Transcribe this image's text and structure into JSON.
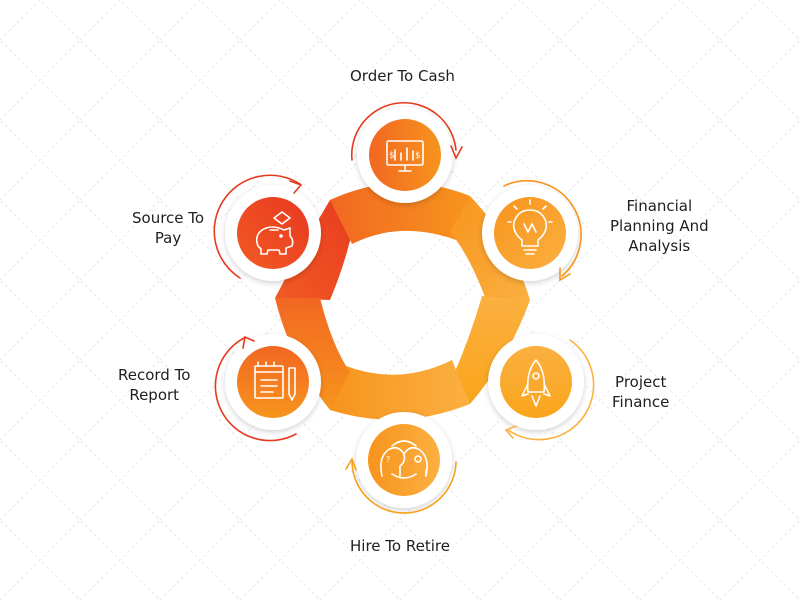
{
  "colors": {
    "top": "#f7921e",
    "upper_right": "#f9a51b",
    "right": "#fbb02a",
    "bottom": "#f9a51b",
    "lower_left": "#f7871f",
    "upper_left": "#ef5a24",
    "arrow_red": "#e63a1f",
    "arrow_orange": "#f7a21b",
    "text": "#1f1f1f"
  },
  "steps": {
    "top": {
      "lines": [
        "Order To Cash"
      ],
      "icon": "monitor-dollar-chart-icon"
    },
    "upper_right": {
      "lines": [
        "Financial",
        "Planning And",
        "Analysis"
      ],
      "icon": "lightbulb-icon"
    },
    "right": {
      "lines": [
        "Project",
        "Finance"
      ],
      "icon": "rocket-icon"
    },
    "bottom": {
      "lines": [
        "Hire To Retire"
      ],
      "icon": "heads-exchange-icon"
    },
    "lower_left": {
      "lines": [
        "Record To",
        "Report"
      ],
      "icon": "notebook-pencil-icon"
    },
    "upper_left": {
      "lines": [
        "Source To",
        "Pay"
      ],
      "icon": "piggy-bank-icon"
    }
  }
}
